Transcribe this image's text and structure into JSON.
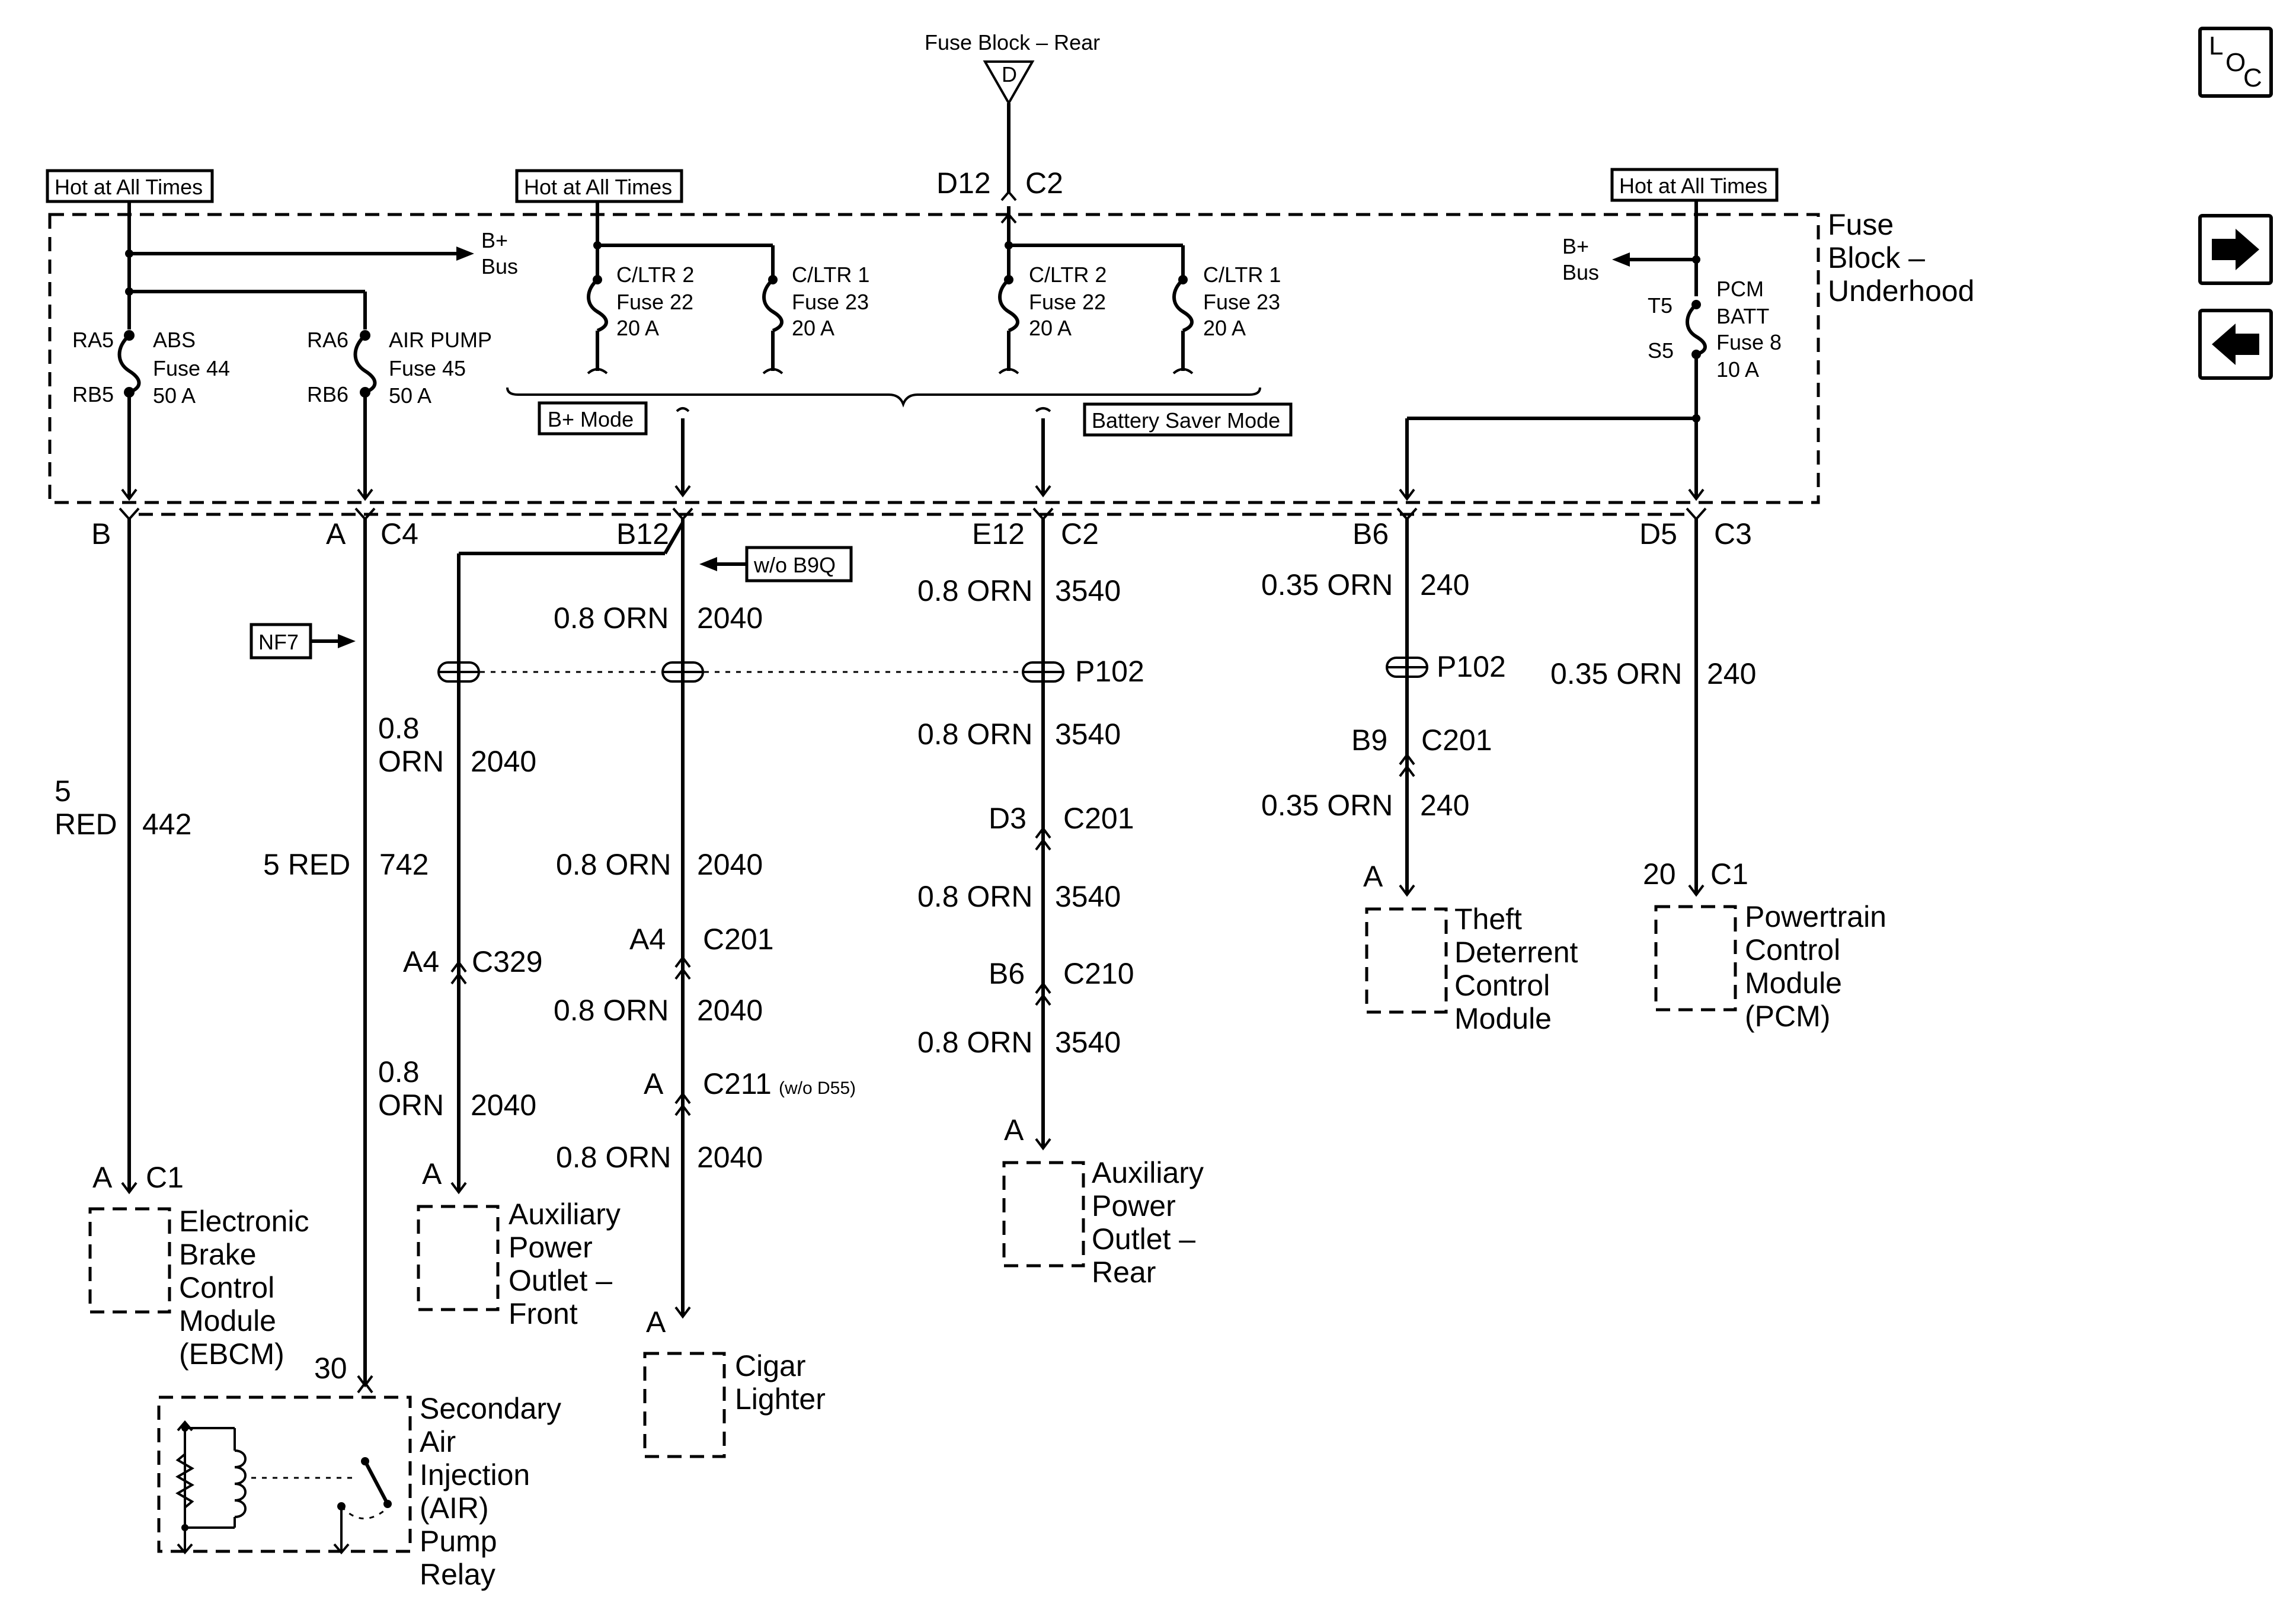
{
  "fuse_block_rear": {
    "title": "Fuse Block – Rear",
    "letter": "D",
    "left_pin": "D12",
    "right_pin": "C2"
  },
  "nav": {
    "loc_l": "L",
    "loc_o": "O",
    "loc_c": "C"
  },
  "hot_labels": [
    "Hot at All Times",
    "Hot at All Times",
    "Hot at All Times"
  ],
  "fuse_block_underhood": {
    "line1": "Fuse",
    "line2": "Block –",
    "line3": "Underhood"
  },
  "bplus": {
    "b": "B+",
    "bus": "Bus"
  },
  "fuses": {
    "abs": {
      "top": "RA5",
      "bot": "RB5",
      "name": "ABS",
      "num": "Fuse 44",
      "amp": "50 A"
    },
    "air": {
      "top": "RA6",
      "bot": "RB6",
      "name": "AIR PUMP",
      "num": "Fuse 45",
      "amp": "50 A"
    },
    "cltr2a": {
      "name": "C/LTR 2",
      "num": "Fuse  22",
      "amp": "20 A"
    },
    "cltr1a": {
      "name": "C/LTR 1",
      "num": "Fuse 23",
      "amp": "20 A"
    },
    "cltr2b": {
      "name": "C/LTR 2",
      "num": "Fuse 22",
      "amp": "20 A"
    },
    "cltr1b": {
      "name": "C/LTR 1",
      "num": "Fuse 23",
      "amp": "20 A"
    },
    "pcm": {
      "top": "T5",
      "bot": "S5",
      "l1": "PCM",
      "l2": "BATT",
      "num": "Fuse 8",
      "amp": "10 A"
    }
  },
  "modes": {
    "bplus": "B+ Mode",
    "battery_saver": "Battery Saver Mode"
  },
  "pins": {
    "b": "B",
    "a": "A",
    "c4": "C4",
    "b12": "B12",
    "e12": "E12",
    "c2": "C2",
    "b6": "B6",
    "d5": "D5",
    "c3": "C3"
  },
  "options": {
    "wo_b9q": "w/o B9Q",
    "nf7": "NF7",
    "wo_d55": "(w/o D55)"
  },
  "wires": {
    "col1_size_a": "5",
    "col1_size_b": "RED",
    "col1_circuit": "442",
    "col2_size": "5 RED",
    "col2_circuit": "742",
    "col3_size_a": "0.8",
    "col3_size_b": "ORN",
    "col3_circuit": "2040",
    "orn08": "0.8 ORN",
    "c2040": "2040",
    "c3540": "3540",
    "orn035": "0.35 ORN",
    "c240": "240"
  },
  "connectors": {
    "p102": "P102",
    "c201": "C201",
    "c329": "C329",
    "c210": "C210",
    "c211": "C211",
    "a4": "A4",
    "a": "A",
    "d3": "D3",
    "b6": "B6",
    "b9": "B9",
    "c1": "C1",
    "n20": "20",
    "n30": "30"
  },
  "components": {
    "ebcm": [
      "Electronic",
      "Brake",
      "Control",
      "Module",
      "(EBCM)"
    ],
    "air_relay": [
      "Secondary",
      "Air",
      "Injection",
      "(AIR)",
      "Pump",
      "Relay"
    ],
    "apo_front": [
      "Auxiliary",
      "Power",
      "Outlet –",
      "Front"
    ],
    "cigar": [
      "Cigar",
      "Lighter"
    ],
    "apo_rear": [
      "Auxiliary",
      "Power",
      "Outlet –",
      "Rear"
    ],
    "theft": [
      "Theft",
      "Deterrent",
      "Control",
      "Module"
    ],
    "pcm": [
      "Powertrain",
      "Control",
      "Module",
      "(PCM)"
    ]
  }
}
